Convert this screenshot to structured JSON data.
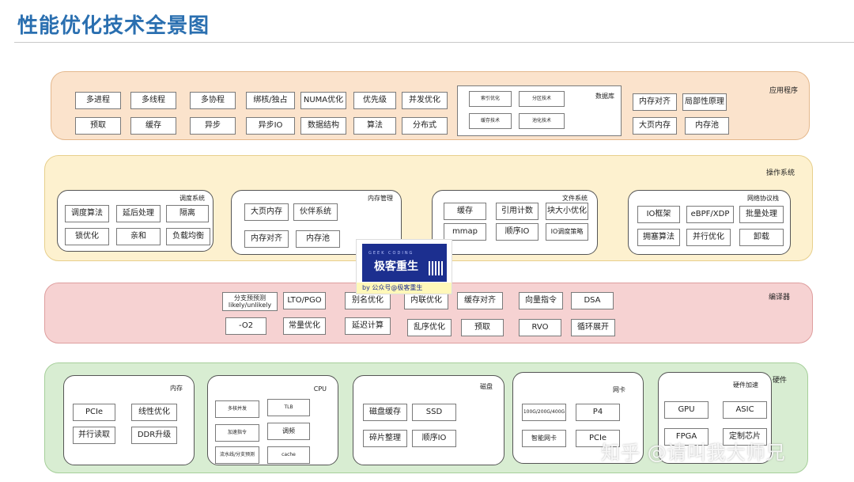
{
  "title": "性能优化技术全景图",
  "app": {
    "label": "应用程序",
    "row1": [
      "多进程",
      "多线程",
      "多协程",
      "绑核/独占",
      "NUMA优化",
      "优先级",
      "并发优化"
    ],
    "row2": [
      "预取",
      "缓存",
      "异步",
      "异步IO",
      "数据结构",
      "算法",
      "分布式"
    ],
    "db": {
      "label": "数据库",
      "items": [
        "索引优化",
        "分区技术",
        "缓存技术",
        "池化技术"
      ]
    },
    "mem": [
      "内存对齐",
      "局部性原理",
      "大页内存",
      "内存池"
    ]
  },
  "os": {
    "label": "操作系统",
    "sched": {
      "label": "调度系统",
      "items": [
        "调度算法",
        "延后处理",
        "隔离",
        "锁优化",
        "亲和",
        "负载均衡"
      ]
    },
    "mm": {
      "label": "内存管理",
      "items": [
        "大页内存",
        "伙伴系统",
        "内存对齐",
        "内存池"
      ]
    },
    "fs": {
      "label": "文件系统",
      "items": [
        "缓存",
        "引用计数",
        "块大小优化",
        "mmap",
        "顺序IO",
        "IO调度策略"
      ]
    },
    "net": {
      "label": "网络协议栈",
      "items": [
        "IO框架",
        "eBPF/XDP",
        "批量处理",
        "拥塞算法",
        "并行优化",
        "卸载"
      ]
    }
  },
  "compiler": {
    "label": "编译器",
    "items": [
      "分支预预测\nlikely/unlikely",
      "LTO/PGO",
      "别名优化",
      "内联优化",
      "缓存对齐",
      "向量指令",
      "DSA",
      "-O2",
      "常量优化",
      "延迟计算",
      "乱序优化",
      "预取",
      "RVO",
      "循环展开"
    ]
  },
  "qr": {
    "line1": "GEEK CODING",
    "line2": "极客重生",
    "caption": "by 公众号@极客重生"
  },
  "hw": {
    "label": "硬件",
    "mem": {
      "label": "内存",
      "items": [
        "PCIe",
        "线性优化",
        "并行读取",
        "DDR升级"
      ]
    },
    "cpu": {
      "label": "CPU",
      "items": [
        "多核并发",
        "TLB",
        "加速指令",
        "调频",
        "流水线/分支预测",
        "cache"
      ]
    },
    "disk": {
      "label": "磁盘",
      "items": [
        "磁盘缓存",
        "SSD",
        "碎片整理",
        "顺序IO"
      ]
    },
    "nic": {
      "label": "网卡",
      "items": [
        "100G/200G/400G",
        "P4",
        "智能网卡",
        "PCIe"
      ]
    },
    "accel": {
      "label": "硬件加速",
      "items": [
        "GPU",
        "ASIC",
        "FPGA",
        "定制芯片"
      ]
    }
  },
  "watermark": "知乎 @请叫我大师兄"
}
